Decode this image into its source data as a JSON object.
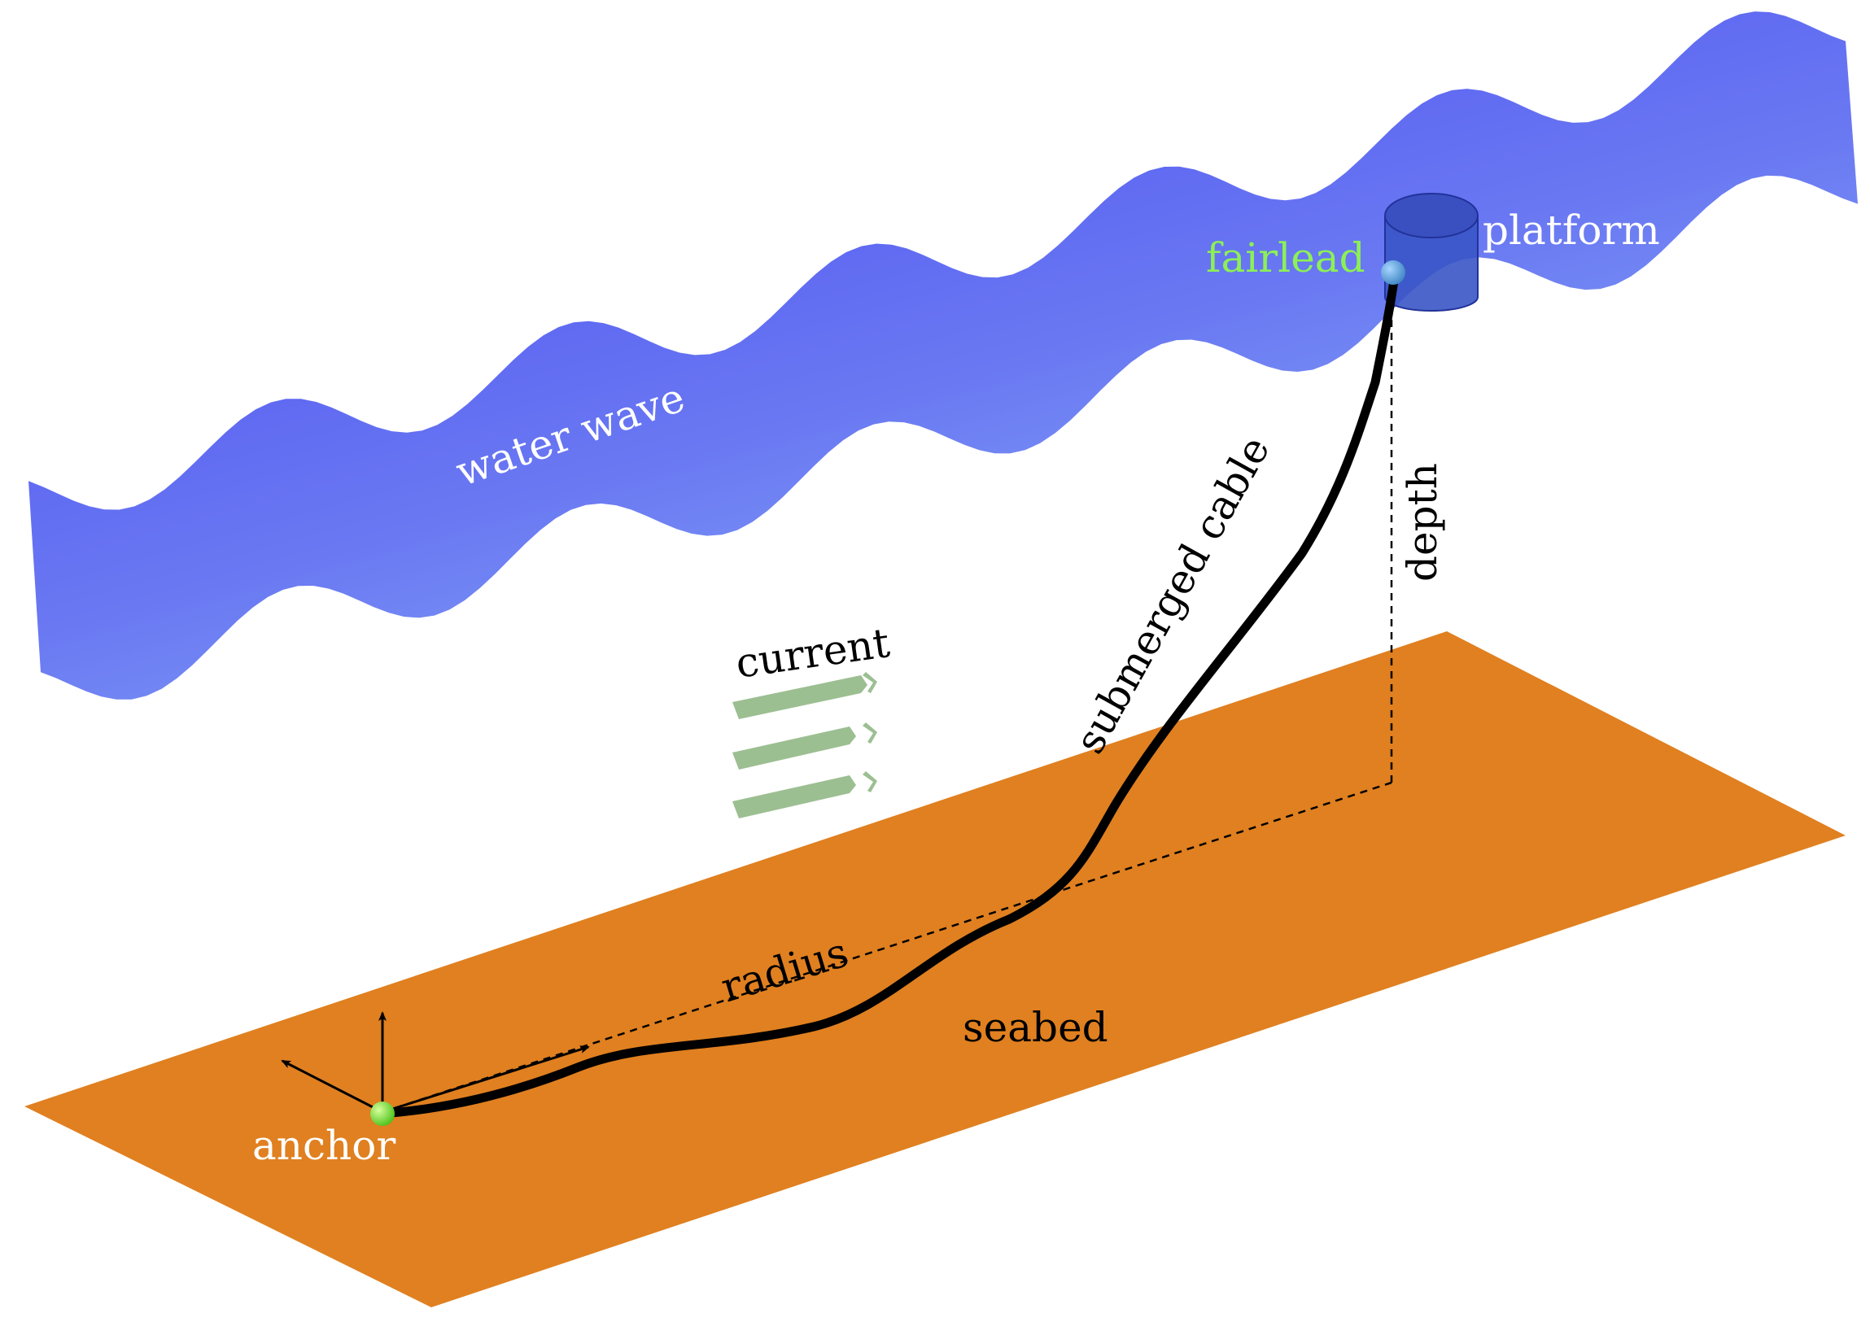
{
  "labels": {
    "water_wave": "water wave",
    "platform": "platform",
    "fairlead": "fairlead",
    "submerged_cable": "submerged cable",
    "depth": "depth",
    "current": "current",
    "radius": "radius",
    "seabed": "seabed",
    "anchor": "anchor"
  },
  "colors": {
    "wave_top": "#4f55f2",
    "wave_bottom": "#8ab3f5",
    "seabed": "#e08020",
    "cable": "#000000",
    "current_arrows": "#9cbf92",
    "fairlead_label": "#8cf055",
    "anchor_node": "#4cc21a",
    "fairlead_node": "#3f86c4",
    "platform": "#3e58c8"
  },
  "icons": {
    "anchor": "green-sphere",
    "fairlead": "blue-sphere",
    "platform": "cylinder",
    "current": "chevron-arrows"
  }
}
